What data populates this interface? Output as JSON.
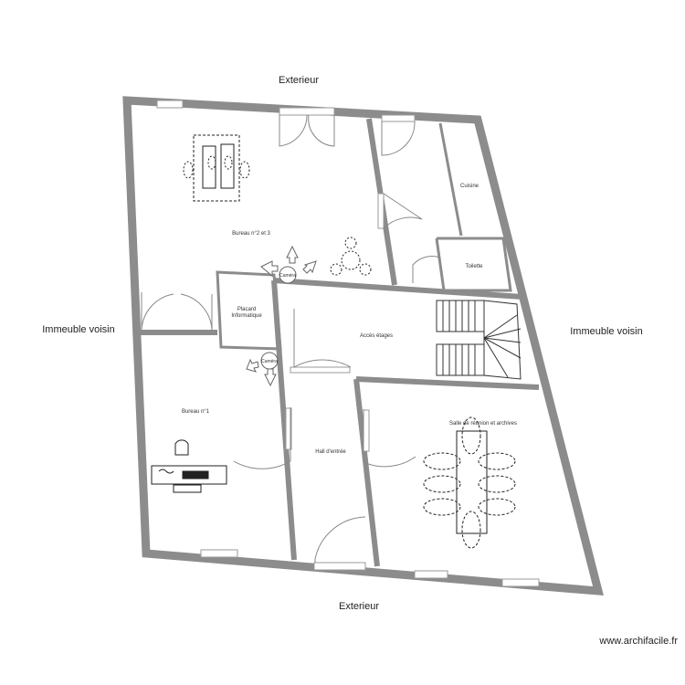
{
  "labels": {
    "exterior_top": "Exterieur",
    "exterior_bottom": "Exterieur",
    "neighbor_left": "Immeuble voisin",
    "neighbor_right": "Immeuble voisin"
  },
  "rooms": {
    "bureau_2_3": "Bureau n°2 et 3",
    "cuisine": "Cuisine",
    "toilette": "Toilette",
    "placard": [
      "Placard",
      "Informatique"
    ],
    "acces_etages": "Accès étages",
    "bureau_1": "Bureau n°1",
    "hall": "Hall d'entrée",
    "salle_reunion": "Salle de réunion et archives"
  },
  "cameras": [
    "Caméra",
    "Caméra"
  ],
  "watermark": "www.archifacile.fr",
  "colors": {
    "wall": "#8c8c8c",
    "line": "#9a9a9a",
    "ink": "#222222"
  }
}
